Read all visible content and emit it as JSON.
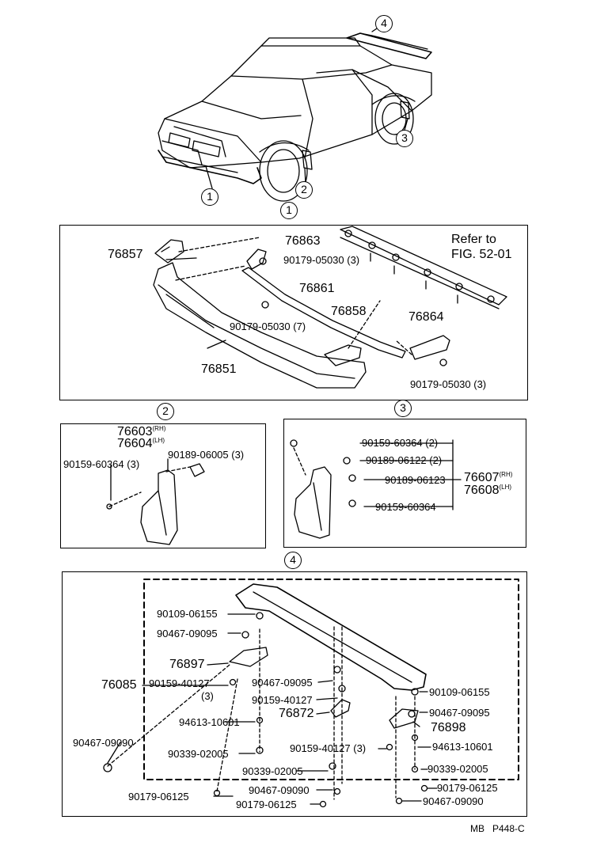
{
  "callouts": {
    "c1": "1",
    "c2": "2",
    "c3": "3",
    "c4": "4"
  },
  "panel1": {
    "p76857": "76857",
    "p76863": "76863",
    "clip_a": "90179-05030 (3)",
    "p76861": "76861",
    "p76858": "76858",
    "clip_b": "90179-05030 (7)",
    "p76864": "76864",
    "p76851": "76851",
    "clip_c": "90179-05030 (3)",
    "refer_line1": "Refer to",
    "refer_line2": "FIG. 52-01"
  },
  "panel2": {
    "p76603": "76603",
    "rh": "(RH)",
    "p76604": "76604",
    "lh": "(LH)",
    "screw": "90159-60364",
    "screw_qty": "(3)",
    "nut": "90189-06005 (3)"
  },
  "panel3": {
    "screw_a": "90159-60364 (2)",
    "nut_a": "90189-06122 (2)",
    "nut_b": "90189-06123",
    "screw_b": "90159-60364",
    "p76607": "76607",
    "rh": "(RH)",
    "p76608": "76608",
    "lh": "(LH)"
  },
  "panel4": {
    "bolt_l": "90109-06155",
    "grommet_l": "90467-09095",
    "p76897": "76897",
    "p76085": "76085",
    "screw_l": "90159-40127",
    "screw_l_qty": "(3)",
    "grommet_c": "90467-09095",
    "screw_c": "90159-40127",
    "p76872": "76872",
    "washer_l": "94613-10601",
    "grommet_far": "90467-09090",
    "nut_l": "90339-02005",
    "nut_c": "90339-02005",
    "nut_cap_l": "90179-06125",
    "grommet_c2": "90467-09090",
    "nut_cap_c": "90179-06125",
    "bolt_r": "90109-06155",
    "grommet_r": "90467-09095",
    "p76898": "76898",
    "screw_r": "90159-40127 (3)",
    "washer_r": "94613-10601",
    "nut_r": "90339-02005",
    "nut_cap_r": "90179-06125",
    "grommet_r2": "90467-09090"
  },
  "footer": "MB   P448-C"
}
